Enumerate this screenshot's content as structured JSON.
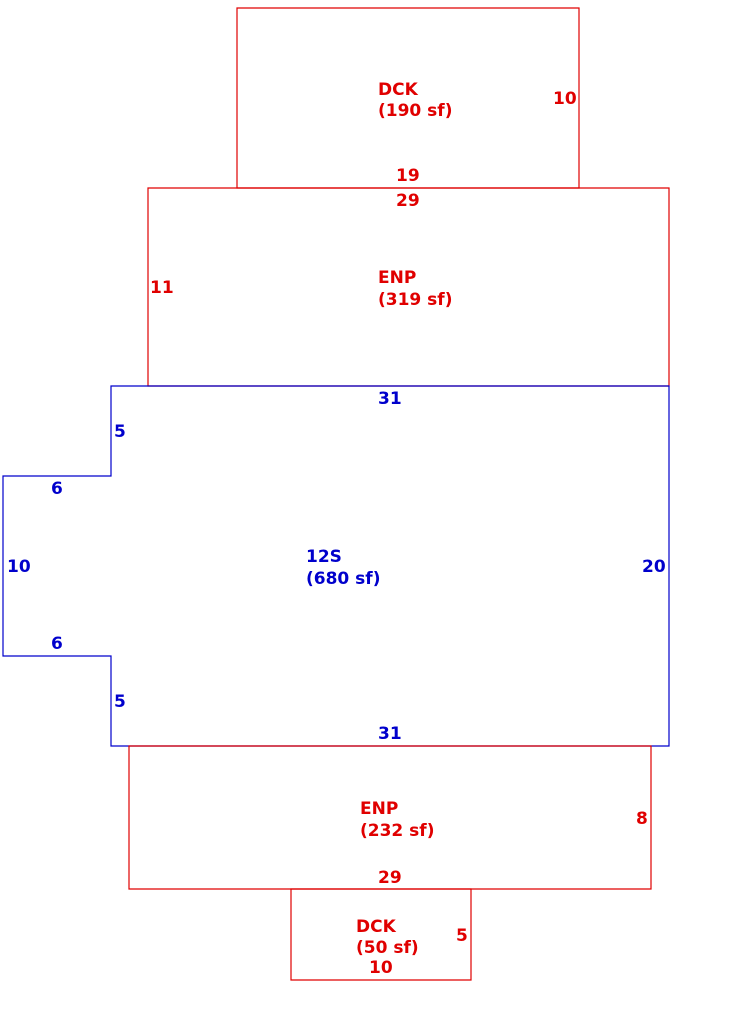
{
  "colors": {
    "addition": "#e00000",
    "main": "#0000cc",
    "background": "#ffffff"
  },
  "areas": [
    {
      "id": "dck-top",
      "code": "DCK",
      "area": "(190 sf)",
      "color": "addition",
      "dims": [
        "10",
        "19"
      ]
    },
    {
      "id": "enp-top",
      "code": "ENP",
      "area": "(319 sf)",
      "color": "addition",
      "dims": [
        "29",
        "11"
      ]
    },
    {
      "id": "main-12s",
      "code": "12S",
      "area": "(680 sf)",
      "color": "main",
      "dims": [
        "31",
        "5",
        "6",
        "10",
        "6",
        "5",
        "31",
        "20"
      ]
    },
    {
      "id": "enp-bottom",
      "code": "ENP",
      "area": "(232 sf)",
      "color": "addition",
      "dims": [
        "8",
        "29"
      ]
    },
    {
      "id": "dck-bottom",
      "code": "DCK",
      "area": "(50 sf)",
      "color": "addition",
      "dims": [
        "5",
        "10"
      ]
    }
  ]
}
